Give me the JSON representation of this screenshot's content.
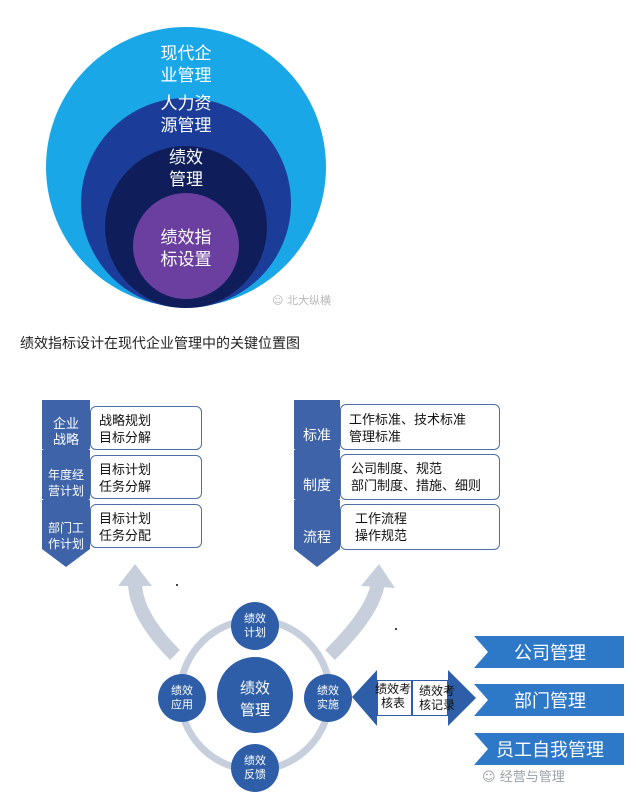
{
  "nested_circles": [
    {
      "label": "现代企\n业管理",
      "color": "#1aa7e8"
    },
    {
      "label": "人力资\n源管理",
      "color": "#1b3d99"
    },
    {
      "label": "绩效\n管理",
      "color": "#0f1e5a"
    },
    {
      "label": "绩效指\n标设置",
      "color": "#6b3fa0"
    }
  ],
  "watermark_top": "北大纵横",
  "caption": "绩效指标设计在现代企业管理中的关键位置图",
  "left_stack": [
    {
      "chevron": "企业\n战略",
      "box": "战略规划\n目标分解"
    },
    {
      "chevron": "年度经\n营计划",
      "box": "目标计划\n任务分解"
    },
    {
      "chevron": "部门工\n作计划",
      "box": "目标计划\n任务分配"
    }
  ],
  "right_stack": [
    {
      "chevron": "标准",
      "box": "工作标准、技术标准\n管理标准"
    },
    {
      "chevron": "制度",
      "box": "公司制度、规范\n部门制度、措施、细则"
    },
    {
      "chevron": "流程",
      "box": "工作流程\n操作规范"
    }
  ],
  "cycle": {
    "center": "绩效\n管理",
    "nodes": {
      "top": "绩效\n计划",
      "left": "绩效\n应用",
      "right": "绩效\n实施",
      "bottom": "绩效\n反馈"
    }
  },
  "arrow_labels": {
    "left": "绩效考\n核表",
    "right": "绩效考\n核记录"
  },
  "management_levels": [
    "公司管理",
    "部门管理",
    "员工自我管理"
  ],
  "watermark_bottom": "经营与管理",
  "colors": {
    "outer": "#1aa7e8",
    "second": "#1b3d99",
    "third": "#0f1e5a",
    "inner": "#6b3fa0",
    "chevron": "#3e63a8",
    "circle_node": "#2e5ea8",
    "arrow_gray": "#c7cfdd"
  }
}
